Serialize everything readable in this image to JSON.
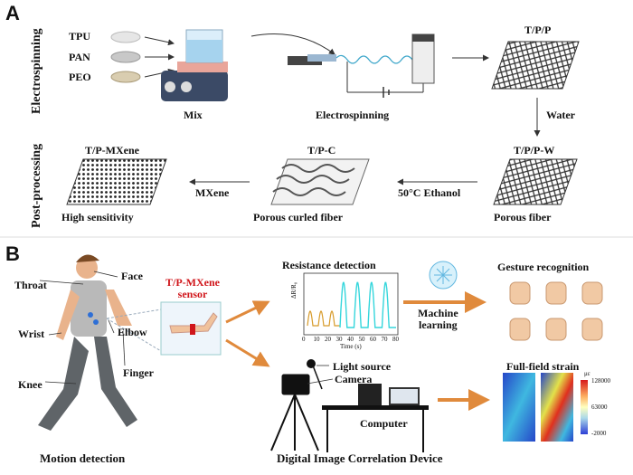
{
  "panel_a": {
    "label": "A",
    "side_label_top": "Electrospinning",
    "side_label_bottom": "Post-processing",
    "materials": [
      "TPU",
      "PAN",
      "PEO"
    ],
    "mix_label": "Mix",
    "electrospinning_label": "Electrospinning",
    "tpp_label": "T/P/P",
    "water_label": "Water",
    "tppw_label": "T/P/P-W",
    "ethanol_label": "50°C Ethanol",
    "tpc_label": "T/P-C",
    "mxene_step_label": "MXene",
    "tpmxene_label": "T/P-MXene",
    "porous_fiber_label": "Porous fiber",
    "curled_fiber_label": "Porous curled fiber",
    "sensitivity_label": "High sensitivity"
  },
  "panel_b": {
    "label": "B",
    "body_parts": [
      "Face",
      "Throat",
      "Wrist",
      "Elbow",
      "Finger",
      "Knee"
    ],
    "sensor_label": "T/P-MXene\nsensor",
    "motion_label": "Motion detection",
    "resistance_title": "Resistance detection",
    "plot_ylabel": "ΔR/R₀",
    "plot_xlabel": "Time (s)",
    "plot_xticks": [
      "0",
      "10",
      "20",
      "30",
      "40",
      "50",
      "60",
      "70",
      "80"
    ],
    "ml_label": "Machine\nlearning",
    "gesture_title": "Gesture recognition",
    "light_label": "Light source",
    "camera_label": "Camera",
    "computer_label": "Computer",
    "dic_label": "Digital Image Correlation Device",
    "strain_title": "Full-field strain",
    "colorbar_unit": "με",
    "colorbar_ticks": [
      "128000",
      "63000",
      "-2000"
    ]
  },
  "colors": {
    "arrow_orange": "#e08a3c",
    "sensor_red": "#d0161b",
    "signal_orange": "#d79b2a",
    "signal_cyan": "#35d6dc"
  },
  "icons": [
    "powder-pile-icon",
    "stirrer-icon",
    "beaker-icon",
    "syringe-pump-icon",
    "collector-drum-icon",
    "fiber-mat-icon",
    "walking-person-icon",
    "brain-chip-icon",
    "hand-gesture-icon",
    "tripod-camera-icon",
    "lamp-icon",
    "computer-icon"
  ]
}
